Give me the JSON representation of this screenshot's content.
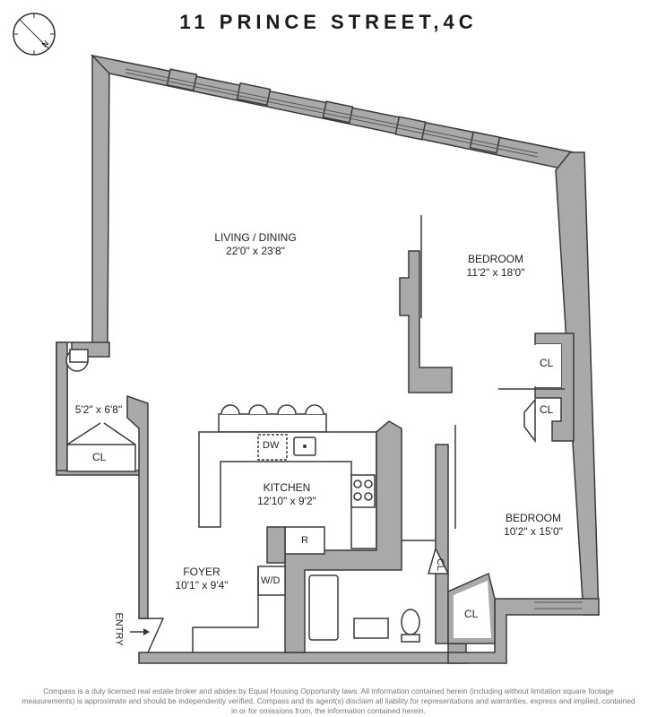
{
  "title": "11 PRINCE STREET,4C",
  "compass": {
    "icon": "north-compass-icon",
    "letter": "N"
  },
  "rooms": {
    "living": {
      "name": "LIVING / DINING",
      "dims": "22'0\" x 23'8\""
    },
    "bedroom1": {
      "name": "BEDROOM",
      "dims": "11'2\" x 18'0\""
    },
    "bedroom2": {
      "name": "BEDROOM",
      "dims": "10'2\" x 15'0\""
    },
    "kitchen": {
      "name": "KITCHEN",
      "dims": "12'10\" x 9'2\""
    },
    "foyer": {
      "name": "FOYER",
      "dims": "10'1\" x 9'4\""
    },
    "closet_small": {
      "dims": "5'2\" x 6'8\""
    }
  },
  "labels": {
    "cl": "CL",
    "dw": "DW",
    "r": "R",
    "wd": "W/D",
    "entry": "ENTRY"
  },
  "disclaimer": "Compass is a duly licensed real estate broker and abides by Equal Housing Opportunity laws. All information contained herein (including without limitation square footage measurements) is approximate and should be independently verified. Compass and its agent(s) disclaim all liability for representations and warranties, express and implied, contained in or for omissions from, the information contained herein."
}
